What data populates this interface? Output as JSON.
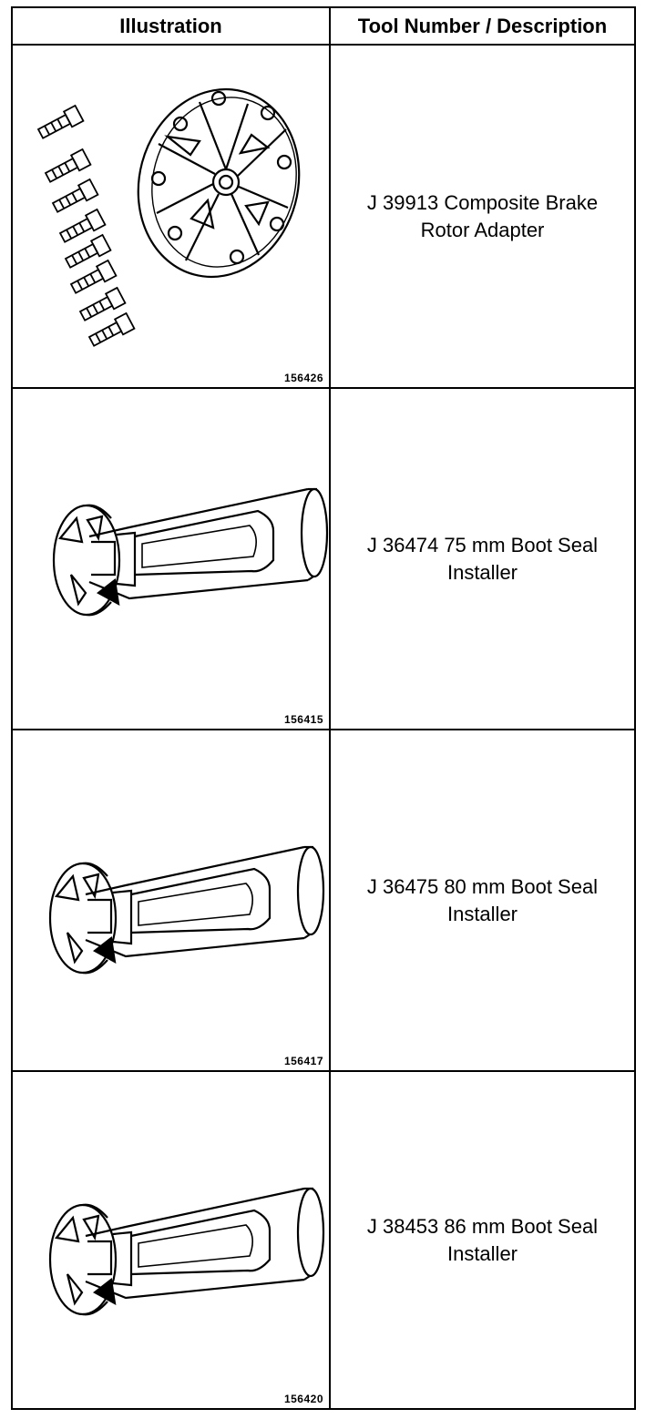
{
  "header": {
    "col_illustration": "Illustration",
    "col_tool": "Tool Number / Description"
  },
  "rows": [
    {
      "figure_number": "156426",
      "description": "J 39913 Composite Brake\nRotor Adapter",
      "icon": "rotor-adapter-with-bolts"
    },
    {
      "figure_number": "156415",
      "description": "J 36474 75 mm Boot Seal\nInstaller",
      "icon": "boot-seal-installer"
    },
    {
      "figure_number": "156417",
      "description": "J 36475 80 mm Boot Seal\nInstaller",
      "icon": "boot-seal-installer"
    },
    {
      "figure_number": "156420",
      "description": "J 38453 86 mm Boot Seal\nInstaller",
      "icon": "boot-seal-installer"
    }
  ]
}
